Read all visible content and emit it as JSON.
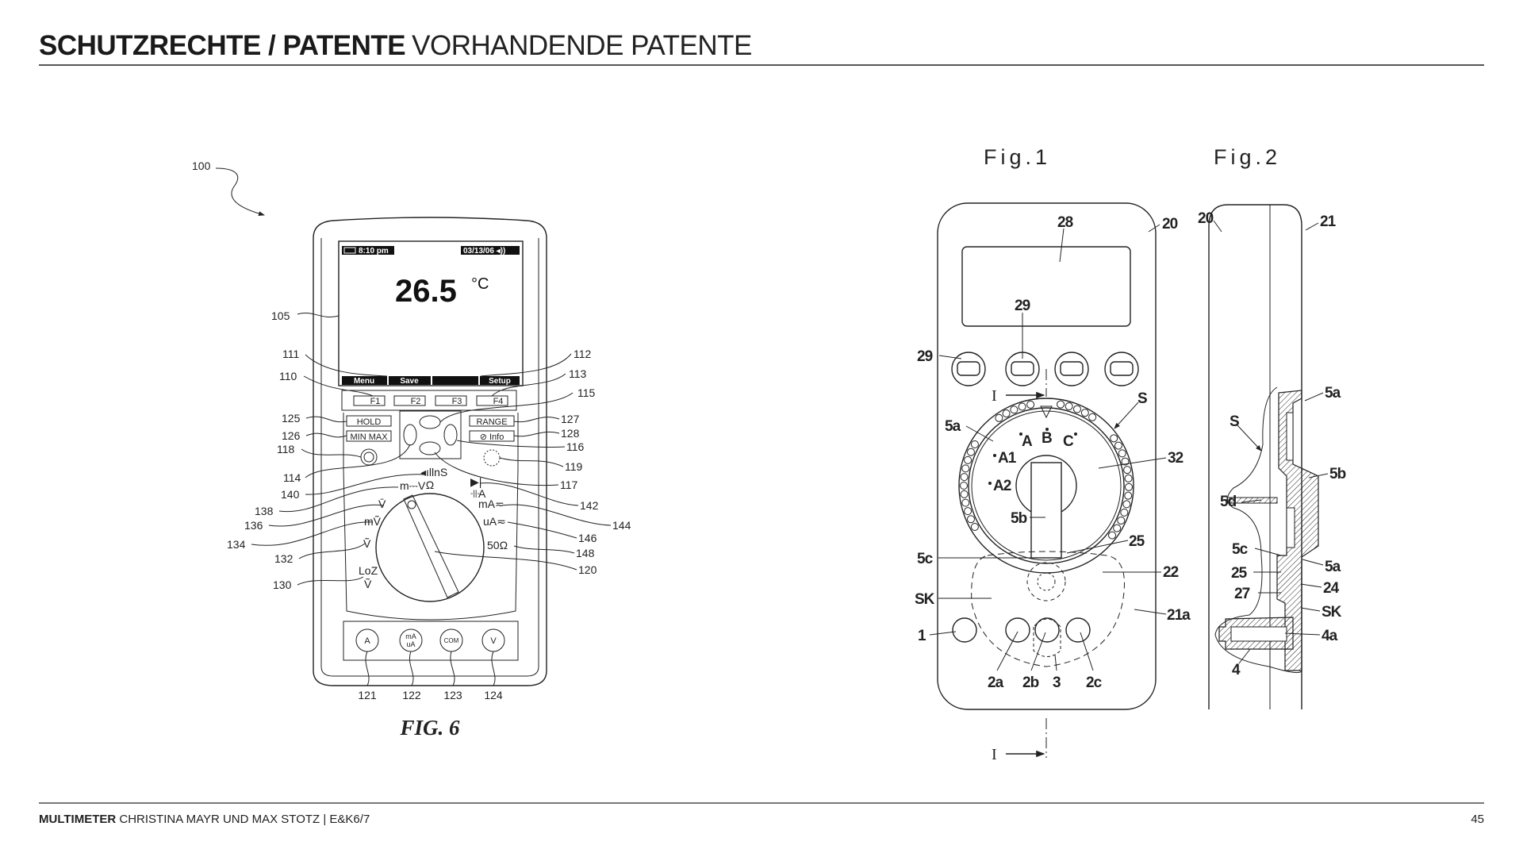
{
  "header": {
    "title_bold": "SCHUTZRECHTE / PATENTE",
    "title_light": "VORHANDENDE PATENTE"
  },
  "footer": {
    "project": "MULTIMETER",
    "authors": "CHRISTINA MAYR UND MAX STOTZ | E&K6/7",
    "page": "45"
  },
  "fig6": {
    "caption": "FIG. 6",
    "status_time": "8:10 pm",
    "status_date": "03/13/06 ◂))",
    "reading": "26.5",
    "unit": "°C",
    "softkeys": [
      "Menu",
      "Save",
      "",
      "Setup"
    ],
    "fkeys": [
      "F1",
      "F2",
      "F3",
      "F4"
    ],
    "buttons": {
      "hold": "HOLD",
      "minmax": "MIN MAX",
      "range": "RANGE",
      "info": "⊘ Info"
    },
    "dial": {
      "ns": "◂ıllnS",
      "ohm": "Ω",
      "temp_mv": "m⎓V",
      "vdc": "V̄",
      "mvac": "mṼ",
      "vac": "Ṽ",
      "loz": "LoZ",
      "loz_v": "Ṽ",
      "diode": "▶|",
      "cap": "-||-",
      "a": "A",
      "ma": "mA≂",
      "ua": "uA≂",
      "ohm50": "50Ω"
    },
    "jacks": [
      "A",
      "mA",
      "uA",
      "COM",
      "V"
    ],
    "refs": {
      "r100": "100",
      "r105": "105",
      "r111": "111",
      "r110": "110",
      "r112": "112",
      "r113": "113",
      "r115": "115",
      "r125": "125",
      "r126": "126",
      "r118": "118",
      "r114": "114",
      "r140": "140",
      "r138": "138",
      "r136": "136",
      "r134": "134",
      "r132": "132",
      "r130": "130",
      "r127": "127",
      "r128": "128",
      "r116": "116",
      "r119": "119",
      "r117": "117",
      "r142": "142",
      "r144": "144",
      "r146": "146",
      "r148": "148",
      "r120": "120",
      "r121": "121",
      "r122": "122",
      "r123": "123",
      "r124": "124"
    }
  },
  "fig1": {
    "title": "Fig.1",
    "section_mark": "I",
    "positions": {
      "a": "A",
      "b": "B",
      "c": "C",
      "a1": "A1",
      "a2": "A2"
    },
    "refs": {
      "r28": "28",
      "r29a": "29",
      "r29b": "29",
      "r20": "20",
      "r5a": "5a",
      "rS": "S",
      "r32": "32",
      "r5b": "5b",
      "r25": "25",
      "r5c": "5c",
      "r22": "22",
      "rSK": "SK",
      "r21a": "21a",
      "r1": "1",
      "r2a": "2a",
      "r2b": "2b",
      "r3": "3",
      "r2c": "2c"
    }
  },
  "fig2": {
    "title": "Fig.2",
    "refs": {
      "r20": "20",
      "r21": "21",
      "r5a": "5a",
      "rS": "S",
      "r5b": "5b",
      "r5d": "5d",
      "r5c": "5c",
      "r5a2": "5a",
      "r25": "25",
      "r24": "24",
      "r27": "27",
      "rSK": "SK",
      "r4a": "4a",
      "r4": "4"
    }
  }
}
